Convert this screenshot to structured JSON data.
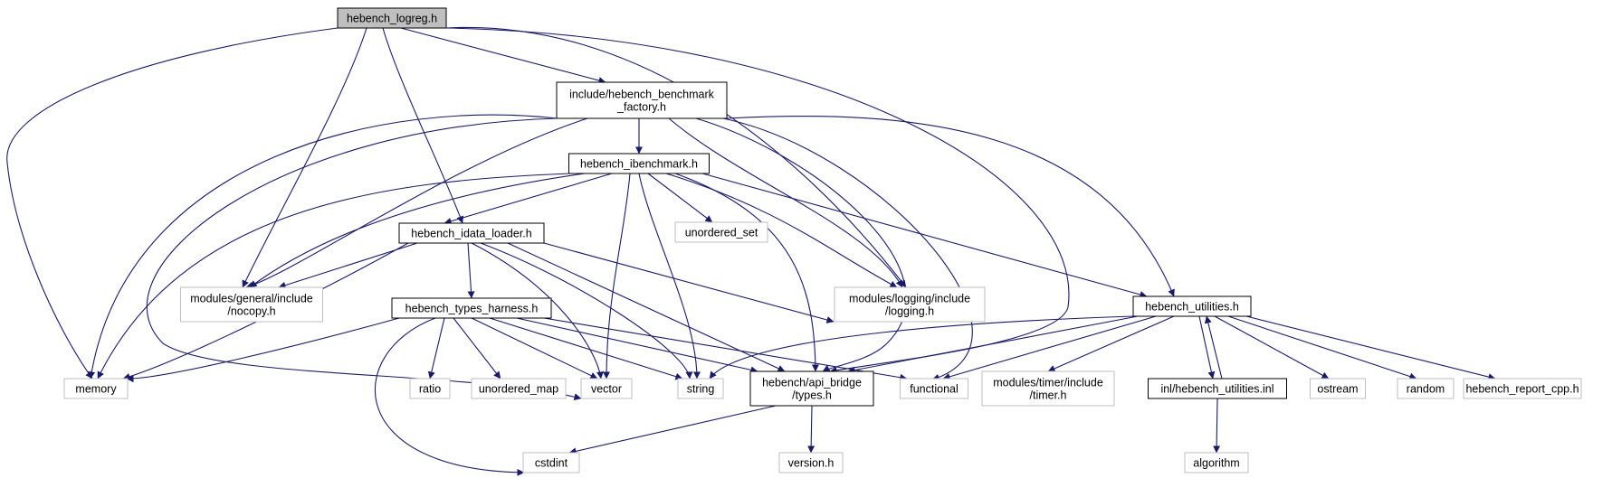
{
  "graph": {
    "nodes": [
      {
        "id": "logreg",
        "lines": [
          "hebench_logreg.h"
        ],
        "style": "root"
      },
      {
        "id": "factory",
        "lines": [
          "include/hebench_benchmark",
          "_factory.h"
        ],
        "style": "doc"
      },
      {
        "id": "ibench",
        "lines": [
          "hebench_ibenchmark.h"
        ],
        "style": "doc"
      },
      {
        "id": "idata",
        "lines": [
          "hebench_idata_loader.h"
        ],
        "style": "doc"
      },
      {
        "id": "unordered_set",
        "lines": [
          "unordered_set"
        ],
        "style": "ext"
      },
      {
        "id": "nocopy",
        "lines": [
          "modules/general/include",
          "/nocopy.h"
        ],
        "style": "ext"
      },
      {
        "id": "logging",
        "lines": [
          "modules/logging/include",
          "/logging.h"
        ],
        "style": "ext"
      },
      {
        "id": "utilities",
        "lines": [
          "hebench_utilities.h"
        ],
        "style": "doc"
      },
      {
        "id": "harness",
        "lines": [
          "hebench_types_harness.h"
        ],
        "style": "doc"
      },
      {
        "id": "memory",
        "lines": [
          "memory"
        ],
        "style": "ext"
      },
      {
        "id": "ratio",
        "lines": [
          "ratio"
        ],
        "style": "ext"
      },
      {
        "id": "unordered_map",
        "lines": [
          "unordered_map"
        ],
        "style": "ext"
      },
      {
        "id": "vector",
        "lines": [
          "vector"
        ],
        "style": "ext"
      },
      {
        "id": "string",
        "lines": [
          "string"
        ],
        "style": "ext"
      },
      {
        "id": "types",
        "lines": [
          "hebench/api_bridge",
          "/types.h"
        ],
        "style": "doc"
      },
      {
        "id": "functional",
        "lines": [
          "functional"
        ],
        "style": "ext"
      },
      {
        "id": "timer",
        "lines": [
          "modules/timer/include",
          "/timer.h"
        ],
        "style": "ext"
      },
      {
        "id": "utilinl",
        "lines": [
          "inl/hebench_utilities.inl"
        ],
        "style": "doc"
      },
      {
        "id": "ostream",
        "lines": [
          "ostream"
        ],
        "style": "ext"
      },
      {
        "id": "random",
        "lines": [
          "random"
        ],
        "style": "ext"
      },
      {
        "id": "report",
        "lines": [
          "hebench_report_cpp.h"
        ],
        "style": "ext"
      },
      {
        "id": "cstdint",
        "lines": [
          "cstdint"
        ],
        "style": "ext"
      },
      {
        "id": "version",
        "lines": [
          "version.h"
        ],
        "style": "ext"
      },
      {
        "id": "algorithm",
        "lines": [
          "algorithm"
        ],
        "style": "ext"
      }
    ],
    "edges": [
      [
        "logreg",
        "memory"
      ],
      [
        "logreg",
        "nocopy"
      ],
      [
        "logreg",
        "idata"
      ],
      [
        "logreg",
        "factory"
      ],
      [
        "logreg",
        "logging"
      ],
      [
        "logreg",
        "types"
      ],
      [
        "factory",
        "memory"
      ],
      [
        "factory",
        "vector"
      ],
      [
        "factory",
        "nocopy"
      ],
      [
        "factory",
        "ibench"
      ],
      [
        "factory",
        "logging"
      ],
      [
        "factory",
        "types"
      ],
      [
        "factory",
        "functional"
      ],
      [
        "factory",
        "utilities"
      ],
      [
        "ibench",
        "memory"
      ],
      [
        "ibench",
        "nocopy"
      ],
      [
        "ibench",
        "idata"
      ],
      [
        "ibench",
        "unordered_set"
      ],
      [
        "ibench",
        "vector"
      ],
      [
        "ibench",
        "string"
      ],
      [
        "ibench",
        "logging"
      ],
      [
        "ibench",
        "types"
      ],
      [
        "ibench",
        "utilities"
      ],
      [
        "idata",
        "memory"
      ],
      [
        "idata",
        "nocopy"
      ],
      [
        "idata",
        "harness"
      ],
      [
        "idata",
        "vector"
      ],
      [
        "idata",
        "string"
      ],
      [
        "idata",
        "types"
      ],
      [
        "idata",
        "logging"
      ],
      [
        "harness",
        "memory"
      ],
      [
        "harness",
        "cstdint"
      ],
      [
        "harness",
        "ratio"
      ],
      [
        "harness",
        "unordered_map"
      ],
      [
        "harness",
        "vector"
      ],
      [
        "harness",
        "string"
      ],
      [
        "harness",
        "types"
      ],
      [
        "harness",
        "functional"
      ],
      [
        "types",
        "cstdint"
      ],
      [
        "types",
        "version"
      ],
      [
        "utilities",
        "string"
      ],
      [
        "utilities",
        "types"
      ],
      [
        "utilities",
        "functional"
      ],
      [
        "utilities",
        "timer"
      ],
      [
        "utilities",
        "utilinl"
      ],
      [
        "utilities",
        "ostream"
      ],
      [
        "utilities",
        "random"
      ],
      [
        "utilities",
        "report"
      ],
      [
        "utilinl",
        "utilities"
      ],
      [
        "utilinl",
        "algorithm"
      ]
    ]
  },
  "colors": {
    "edge": "#191970",
    "doc_border": "#000000",
    "ext_border": "#bfbfbf",
    "root_fill": "#bfbfbf",
    "text": "#000000",
    "ext_text": "#000000"
  }
}
